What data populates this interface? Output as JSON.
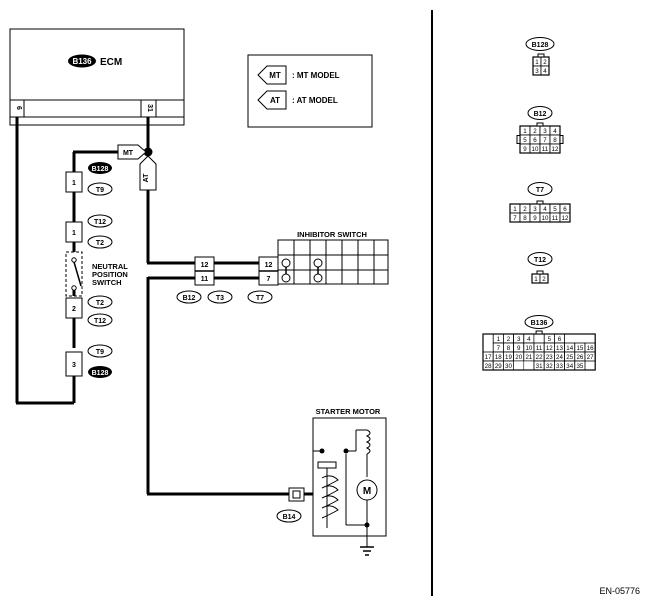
{
  "ecm": {
    "connector": "B136",
    "label": "ECM",
    "pin_left": "6",
    "pin_right": "31"
  },
  "legend": {
    "mt_tag": "MT",
    "mt_text": ": MT MODEL",
    "at_tag": "AT",
    "at_text": ": AT MODEL"
  },
  "branch": {
    "mt": "MT",
    "at": "AT"
  },
  "left_connectors": [
    {
      "pin": "1",
      "names": [
        "B128",
        "T9"
      ]
    },
    {
      "pin": "1",
      "names": [
        "T12",
        "T2"
      ]
    },
    {
      "pin": "2",
      "names": [
        "T2",
        "T12"
      ]
    },
    {
      "pin": "3",
      "names": [
        "T9",
        "B128"
      ]
    }
  ],
  "neutral_switch": {
    "line1": "NEUTRAL",
    "line2": "POSITION",
    "line3": "SWITCH"
  },
  "inhibitor": {
    "title": "INHIBITOR SWITCH",
    "conn_left": {
      "top": "12",
      "bottom": "11"
    },
    "conn_right": {
      "top": "12",
      "bottom": "7"
    },
    "conn_names": [
      "B12",
      "T3",
      "T7"
    ]
  },
  "starter": {
    "title": "STARTER MOTOR",
    "motor": "M",
    "connector": "B14"
  },
  "connector_views": {
    "b128": {
      "name": "B128",
      "rows": [
        [
          "1",
          "2"
        ],
        [
          "3",
          "4"
        ]
      ]
    },
    "b12": {
      "name": "B12",
      "rows": [
        [
          "1",
          "2",
          "3",
          "4"
        ],
        [
          "5",
          "6",
          "7",
          "8"
        ],
        [
          "9",
          "10",
          "11",
          "12"
        ]
      ]
    },
    "t7": {
      "name": "T7",
      "rows": [
        [
          "1",
          "2",
          "3",
          "4",
          "5",
          "6"
        ],
        [
          "7",
          "8",
          "9",
          "10",
          "11",
          "12"
        ]
      ]
    },
    "t12": {
      "name": "T12",
      "rows": [
        [
          "1",
          "2"
        ]
      ]
    },
    "b136": {
      "name": "B136",
      "rows": [
        [
          "1",
          "2",
          "3",
          "4",
          "",
          "5",
          "6"
        ],
        [
          "7",
          "8",
          "9",
          "10",
          "11",
          "12",
          "13",
          "14",
          "15",
          "16"
        ],
        [
          "17",
          "18",
          "19",
          "20",
          "21",
          "22",
          "23",
          "24",
          "25",
          "26",
          "27"
        ],
        [
          "28",
          "29",
          "30",
          "",
          "",
          "31",
          "32",
          "33",
          "34",
          "35"
        ]
      ]
    }
  },
  "figure_id": "EN-05776"
}
